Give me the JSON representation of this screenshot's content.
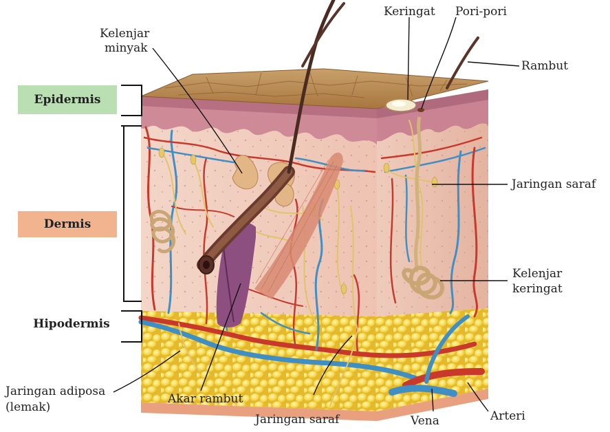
{
  "layers": {
    "epidermis": {
      "label": "Epidermis",
      "color": "#b9dfb3"
    },
    "dermis": {
      "label": "Dermis",
      "color": "#f2b48e"
    },
    "hipodermis": {
      "label": "Hipodermis"
    }
  },
  "labels": {
    "keringat": "Keringat",
    "pori_pori": "Pori-pori",
    "rambut": "Rambut",
    "kelenjar_minyak_1": "Kelenjar",
    "kelenjar_minyak_2": "minyak",
    "jaringan_saraf_right": "Jaringan saraf",
    "kelenjar_keringat_1": "Kelenjar",
    "kelenjar_keringat_2": "keringat",
    "jaringan_adiposa_1": "Jaringan adiposa",
    "jaringan_adiposa_2": "(lemak)",
    "akar_rambut": "Akar rambut",
    "jaringan_saraf_bottom": "Jaringan saraf",
    "vena": "Vena",
    "arteri": "Arteri"
  },
  "colors": {
    "artery": "#c8392b",
    "vein": "#3f8fc4",
    "nerve": "#e0c46a",
    "fat": "#f3d44e",
    "epidermis_top": "#b98c52",
    "epidermis_layer": "#c98794",
    "dermis_fill": "#f1cdbf",
    "hair": "#4a2b22"
  }
}
